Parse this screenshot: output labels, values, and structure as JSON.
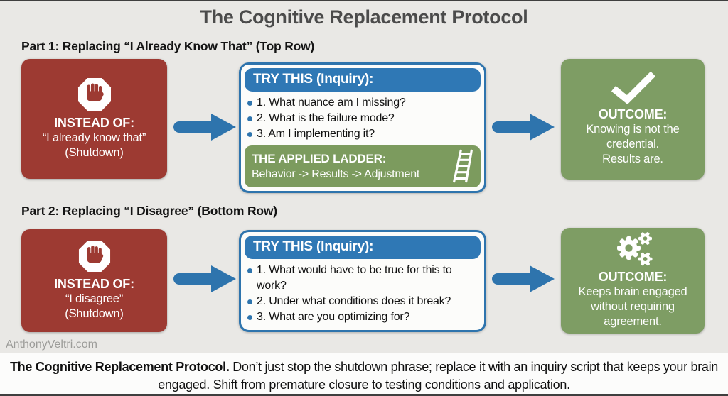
{
  "title": "The Cognitive Replacement Protocol",
  "watermark": "AnthonyVeltri.com",
  "colors": {
    "background": "#e9e8e5",
    "red_box": "#9d3a32",
    "blue_accent": "#2f78b5",
    "arrow_blue": "#2e74ad",
    "green_box": "#7e9d64",
    "ladder_green": "#7c9b5e",
    "title_gray": "#4b4b4b",
    "caption_bg": "#fcfcfb"
  },
  "icons": {
    "instead": "stop-hand-icon",
    "arrow": "right-arrow-icon",
    "ladder": "ladder-icon",
    "outcome_row1": "checkmark-icon",
    "outcome_row2": "gears-icon"
  },
  "rows": [
    {
      "heading": "Part 1: Replacing “I Already Know That” (Top Row)",
      "instead": {
        "label": "INSTEAD OF:",
        "phrase": "“I already know that”",
        "sub": "(Shutdown)"
      },
      "try_this": {
        "header": "TRY THIS (Inquiry):",
        "items": [
          "1. What nuance am I missing?",
          "2. What is the failure mode?",
          "3. Am I implementing it?"
        ]
      },
      "ladder": {
        "title": "THE APPLIED LADDER:",
        "text": "Behavior -> Results -> Adjustment"
      },
      "outcome": {
        "label": "OUTCOME:",
        "lines": [
          "Knowing is not the credential.",
          "Results are."
        ]
      }
    },
    {
      "heading": "Part 2: Replacing “I Disagree” (Bottom Row)",
      "instead": {
        "label": "INSTEAD OF:",
        "phrase": "“I disagree”",
        "sub": "(Shutdown)"
      },
      "try_this": {
        "header": "TRY THIS (Inquiry):",
        "items": [
          "1. What would have to be true for this to work?",
          "2. Under what conditions does it break?",
          "3. What are you optimizing for?"
        ]
      },
      "outcome": {
        "label": "OUTCOME:",
        "lines": [
          "Keeps brain engaged without requiring agreement."
        ]
      }
    }
  ],
  "caption": {
    "bold": "The Cognitive Replacement Protocol.",
    "rest": " Don’t just stop the shutdown phrase; replace it with an inquiry script that keeps your brain engaged. Shift from premature closure to testing conditions and application."
  }
}
